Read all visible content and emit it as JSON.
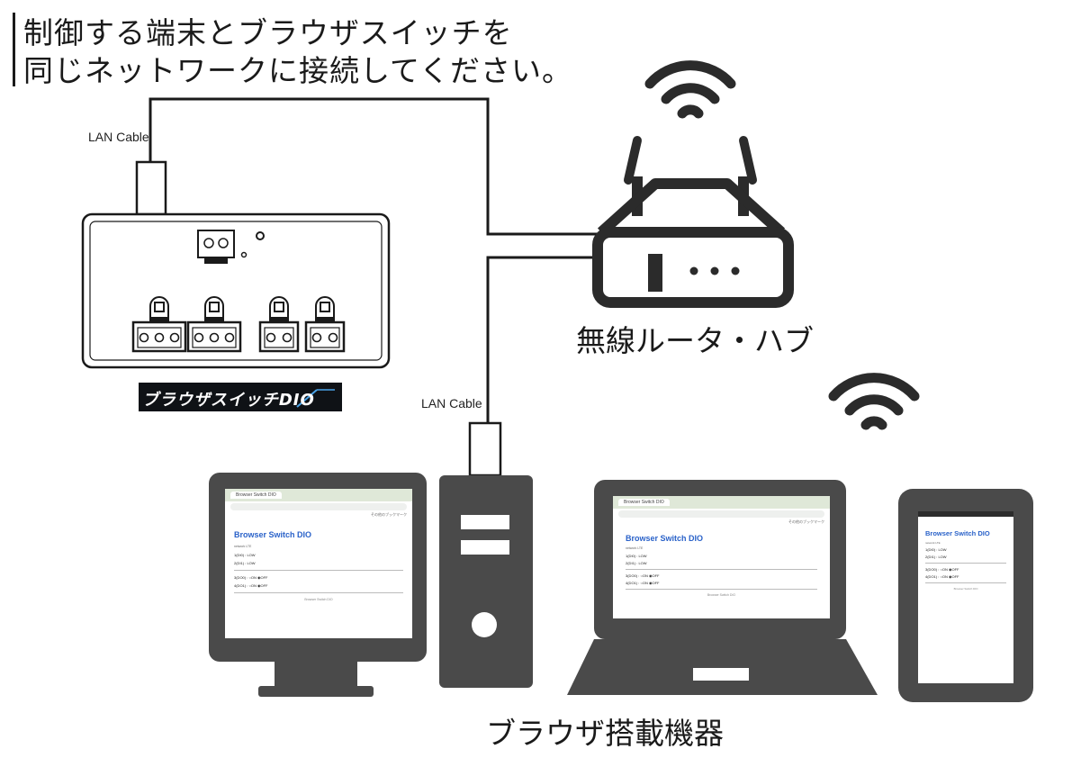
{
  "header": {
    "line1": "制御する端末とブラウザスイッチを",
    "line2": "同じネットワークに接続してください。"
  },
  "labels": {
    "lan_cable_top": "LAN Cable",
    "lan_cable_bottom": "LAN Cable",
    "router": "無線ルータ・ハブ",
    "devices": "ブラウザ搭載機器",
    "device_brand": "ブラウザスイッチDIO"
  },
  "browser_app": {
    "tab_title": "Browser Switch DIO",
    "title": "Browser Switch DIO",
    "subtitle": "network LTE",
    "in1": "1(DI0) : LOW",
    "in2": "2(DI1) : LOW",
    "out1_label": "3(DO0) :",
    "out1_on": "ON",
    "out1_off": "OFF",
    "out2_label": "4(DO1) :",
    "out2_on": "ON",
    "out2_off": "OFF",
    "footer": "Browser Switch DIO",
    "bookmark": "その他のブックマーク"
  },
  "colors": {
    "device_dark": "#4a4a4a",
    "outline": "#1a1a1a",
    "accent_blue": "#2a62c9",
    "browser_chrome": "#dfe8d8"
  },
  "icons": [
    "wifi-icon",
    "router-icon",
    "monitor-icon",
    "desktop-tower-icon",
    "laptop-icon",
    "tablet-icon",
    "terminal-block-icon"
  ]
}
